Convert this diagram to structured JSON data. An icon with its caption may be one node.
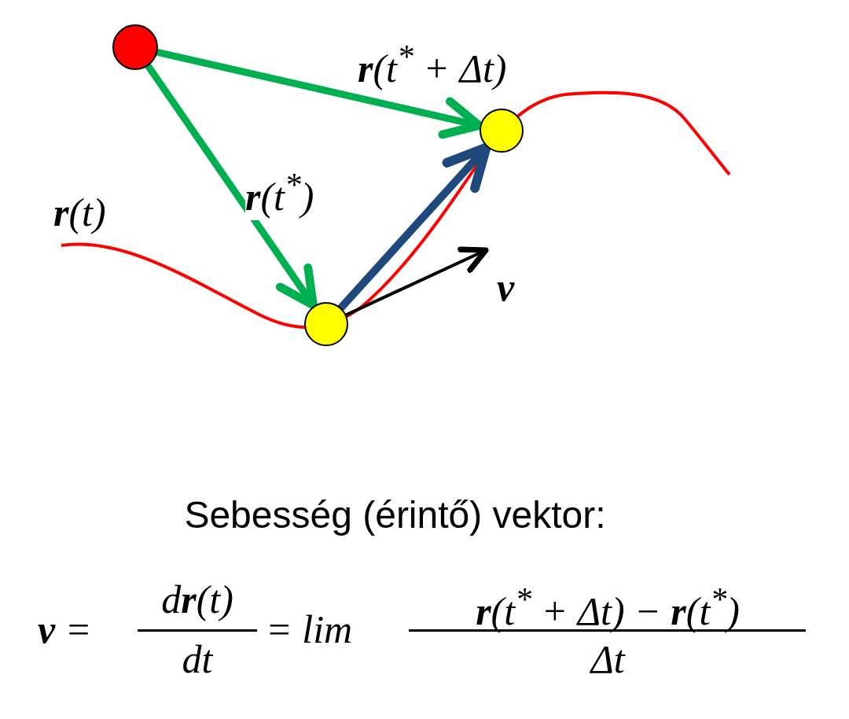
{
  "diagram": {
    "nodes": [
      {
        "text": [],
        "shape": "circle"
      },
      {
        "text": [],
        "shape": "circle"
      },
      {
        "text": [],
        "shape": "circle"
      }
    ],
    "edges": [
      {
        "from": 0,
        "to": 1,
        "arrow": "to",
        "label": "**r**(t$^{*}$)",
        "color": "#00b050"
      },
      {
        "from": 0,
        "to": 2,
        "arrow": "to",
        "label": "**r**(t$^{*}$ + Δt)",
        "color": "#00b050"
      },
      {
        "from": 1,
        "to": 2,
        "arrow": "to",
        "color": "#1f497d"
      },
      {
        "from": 1,
        "to": null,
        "arrow": "to",
        "label": "**v**",
        "color": "#000000"
      }
    ],
    "labels": [
      "**r**(t)",
      "Sebesség (érintő) vektor:",
      "**v** =",
      "d**r**(t)",
      "dt",
      "= lim",
      "**r**(t$^{*}$ + Δt) − **r**(t$^{*}$)",
      "Δt"
    ]
  }
}
